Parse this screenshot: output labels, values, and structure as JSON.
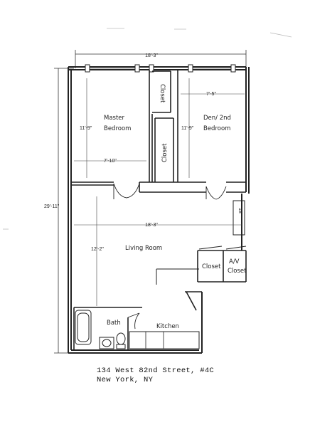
{
  "plan": {
    "rooms": {
      "master": [
        "Master",
        "Bedroom"
      ],
      "den": [
        "Den/ 2nd",
        "Bedroom"
      ],
      "living": "Living Room",
      "bath": "Bath",
      "kitchen": "Kitchen",
      "closet_master": "Closet",
      "closet_center": "Closet",
      "closet_living": "Closet",
      "av_closet": [
        "A/V",
        "Closet"
      ]
    },
    "dimensions": {
      "overall_width": "18'-3\"",
      "overall_height": "29'-11\"",
      "master_height": "11'-9\"",
      "master_width": "7'-10\"",
      "den_width": "7'-5\"",
      "den_height": "11'-9\"",
      "living_width": "18'-3\"",
      "living_height": "12'-2\"",
      "niche": "18\""
    }
  },
  "address": {
    "line1": "134 West 82nd Street, #4C",
    "line2": "New York, NY"
  }
}
